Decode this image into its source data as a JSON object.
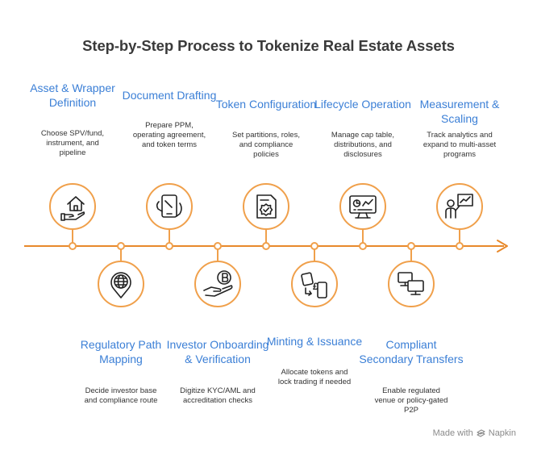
{
  "title": "Step-by-Step Process to Tokenize Real Estate Assets",
  "colors": {
    "accent": "#f0a04b",
    "timeline": "#e8892b",
    "heading": "#3b7fd6",
    "text": "#333333"
  },
  "steps": [
    {
      "title": "Asset & Wrapper Definition",
      "desc": "Choose SPV/fund, instrument, and pipeline",
      "icon": "house-hand-icon"
    },
    {
      "title": "Regulatory Path Mapping",
      "desc": "Decide investor base and compliance route",
      "icon": "globe-pin-icon"
    },
    {
      "title": "Document Drafting",
      "desc": "Prepare PPM, operating agreement, and token terms",
      "icon": "tablet-hand-icon"
    },
    {
      "title": "Investor Onboarding & Verification",
      "desc": "Digitize KYC/AML and accreditation checks",
      "icon": "coin-hand-icon"
    },
    {
      "title": "Token Configuration",
      "desc": "Set partitions, roles, and compliance policies",
      "icon": "certificate-icon"
    },
    {
      "title": "Minting & Issuance",
      "desc": "Allocate tokens and lock trading if needed",
      "icon": "currency-exchange-icon"
    },
    {
      "title": "Lifecycle Operation",
      "desc": "Manage cap table, distributions, and disclosures",
      "icon": "dashboard-monitor-icon"
    },
    {
      "title": "Compliant Secondary Transfers",
      "desc": "Enable regulated venue or policy-gated P2P",
      "icon": "two-computers-icon"
    },
    {
      "title": "Measurement & Scaling",
      "desc": "Track analytics and expand to multi-asset programs",
      "icon": "presenter-chart-icon"
    }
  ],
  "footer": {
    "made_with": "Made with",
    "brand": "Napkin"
  }
}
